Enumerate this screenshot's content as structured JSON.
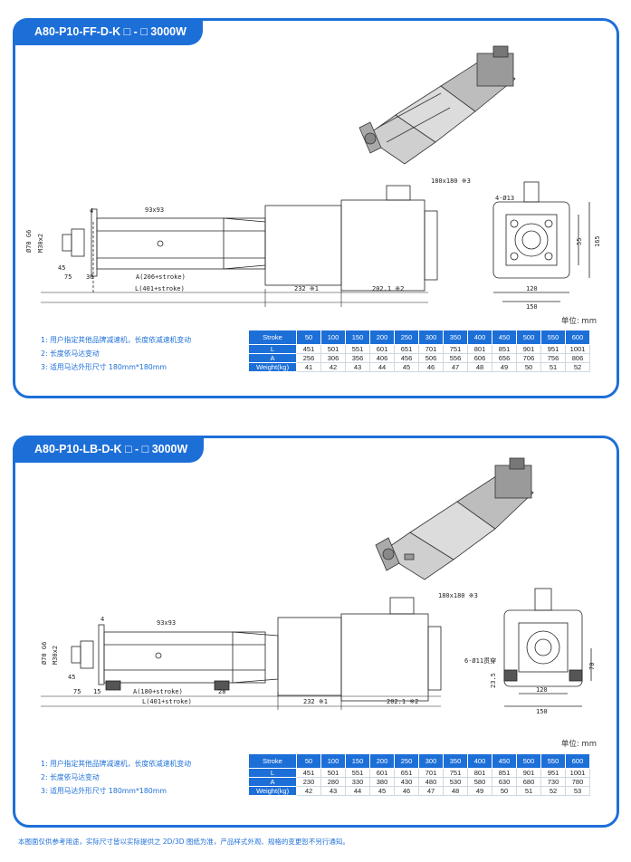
{
  "panel1": {
    "title": "A80-P10-FF-D-K □ - □ 3000W",
    "dims": {
      "motor_flange": "180x180 ※3",
      "profile": "93x93",
      "holes": "4-Ø13",
      "rod_dia": "Ø70 G6",
      "thread": "M30x2",
      "d45": "45",
      "d75": "75",
      "d30": "30",
      "d4": "4",
      "stroke_len": "A(206+stroke)",
      "total_len": "L(401+stroke)",
      "d232": "232 ※1",
      "d202": "202.1 ※2",
      "d120": "120",
      "d150": "150",
      "d55": "55",
      "d165": "165"
    },
    "unit": "单位: mm",
    "notes": [
      "1: 用户指定其他品牌减速机，长度依减速机变动",
      "2: 长度依马达变动",
      "3: 适用马达外形尺寸 180mm*180mm"
    ],
    "table": {
      "header_label": "Stroke",
      "strokes": [
        "50",
        "100",
        "150",
        "200",
        "250",
        "300",
        "350",
        "400",
        "450",
        "500",
        "550",
        "600"
      ],
      "rows": [
        {
          "label": "L",
          "values": [
            "451",
            "501",
            "551",
            "601",
            "651",
            "701",
            "751",
            "801",
            "851",
            "901",
            "951",
            "1001"
          ]
        },
        {
          "label": "A",
          "values": [
            "256",
            "306",
            "356",
            "406",
            "456",
            "506",
            "556",
            "606",
            "656",
            "706",
            "756",
            "806"
          ]
        },
        {
          "label": "Weight(kg)",
          "values": [
            "41",
            "42",
            "43",
            "44",
            "45",
            "46",
            "47",
            "48",
            "49",
            "50",
            "51",
            "52"
          ]
        }
      ]
    }
  },
  "panel2": {
    "title": "A80-P10-LB-D-K □ - □ 3000W",
    "dims": {
      "motor_flange": "180x180 ※3",
      "profile": "93x93",
      "holes": "6-Ø11贯穿",
      "rod_dia": "Ø70 G6",
      "thread": "M30x2",
      "d45": "45",
      "d75": "75",
      "d15": "15",
      "d28": "28",
      "d4": "4",
      "stroke_len": "A(180+stroke)",
      "total_len": "L(401+stroke)",
      "d232": "232 ※1",
      "d202": "202.1 ※2",
      "d120": "120",
      "d150": "150",
      "d70": "70",
      "d235": "23.5"
    },
    "unit": "单位: mm",
    "notes": [
      "1: 用户指定其他品牌减速机，长度依减速机变动",
      "2: 长度依马达变动",
      "3: 适用马达外形尺寸 180mm*180mm"
    ],
    "table": {
      "header_label": "Stroke",
      "strokes": [
        "50",
        "100",
        "150",
        "200",
        "250",
        "300",
        "350",
        "400",
        "450",
        "500",
        "550",
        "600"
      ],
      "rows": [
        {
          "label": "L",
          "values": [
            "451",
            "501",
            "551",
            "601",
            "651",
            "701",
            "751",
            "801",
            "851",
            "901",
            "951",
            "1001"
          ]
        },
        {
          "label": "A",
          "values": [
            "230",
            "280",
            "330",
            "380",
            "430",
            "480",
            "530",
            "580",
            "630",
            "680",
            "730",
            "780"
          ]
        },
        {
          "label": "Weight(kg)",
          "values": [
            "42",
            "43",
            "44",
            "45",
            "46",
            "47",
            "48",
            "49",
            "50",
            "51",
            "52",
            "53"
          ]
        }
      ]
    }
  },
  "footer": "本图面仅供参考用途，实际尺寸皆以实际提供之 2D/3D 图纸为准，产品样式外观、规格的变更恕不另行通知。",
  "colors": {
    "accent": "#1d6fd8"
  }
}
